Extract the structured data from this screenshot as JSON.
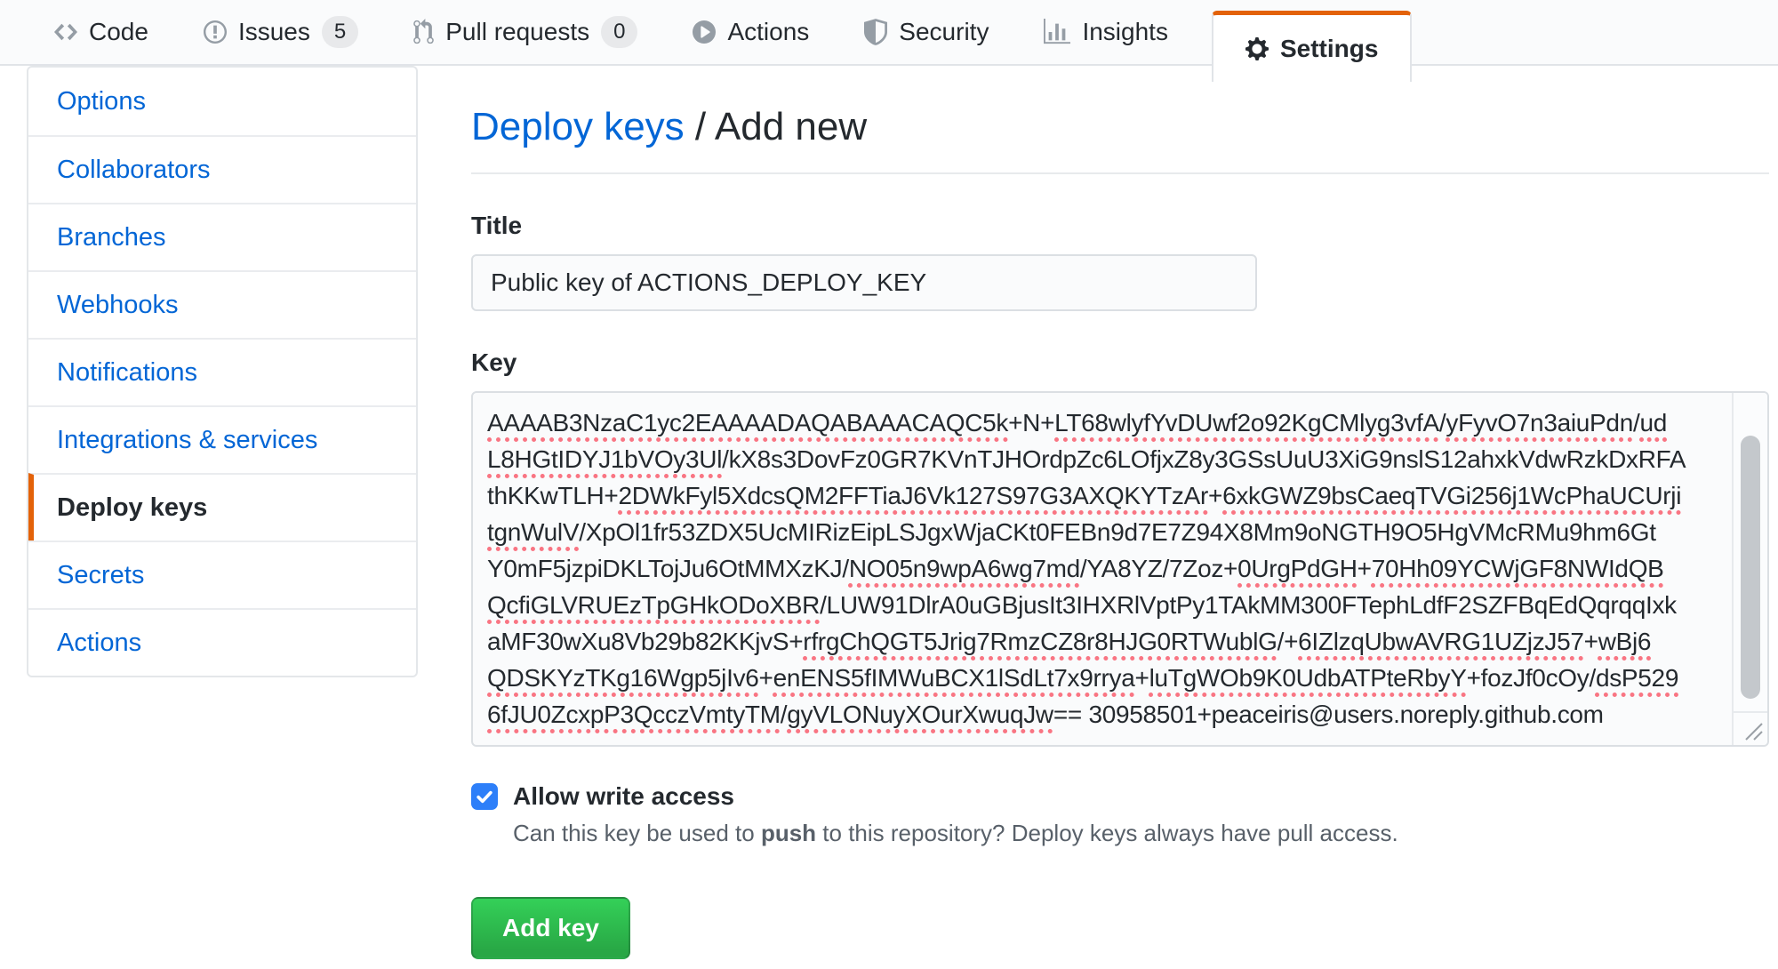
{
  "nav": {
    "items": [
      {
        "label": "Code",
        "icon": "code-icon"
      },
      {
        "label": "Issues",
        "icon": "issue-opened-icon",
        "count": "5"
      },
      {
        "label": "Pull requests",
        "icon": "git-pull-request-icon",
        "count": "0"
      },
      {
        "label": "Actions",
        "icon": "play-icon"
      },
      {
        "label": "Security",
        "icon": "shield-icon"
      },
      {
        "label": "Insights",
        "icon": "graph-icon"
      }
    ],
    "active_tab": {
      "label": "Settings",
      "icon": "gear-icon"
    }
  },
  "sidebar": {
    "items": [
      {
        "label": "Options"
      },
      {
        "label": "Collaborators"
      },
      {
        "label": "Branches"
      },
      {
        "label": "Webhooks"
      },
      {
        "label": "Notifications"
      },
      {
        "label": "Integrations & services"
      },
      {
        "label": "Deploy keys",
        "active": true
      },
      {
        "label": "Secrets"
      },
      {
        "label": "Actions"
      }
    ]
  },
  "main": {
    "breadcrumb": {
      "link": "Deploy keys",
      "separator": " / ",
      "current": "Add new"
    },
    "title_field": {
      "label": "Title",
      "value": "Public key of ACTIONS_DEPLOY_KEY"
    },
    "key_field": {
      "label": "Key",
      "lines": [
        [
          {
            "text": "AAAAB3NzaC1yc2EAAAADAQABAAACAQC5k",
            "underline": true
          },
          {
            "text": "+N+",
            "underline": false
          },
          {
            "text": "LT68wlyfYvDUwf2o92KgCMlyg3vfA",
            "underline": true
          },
          {
            "text": "/",
            "underline": false
          },
          {
            "text": "yFyvO7n3aiuPdn",
            "underline": true
          },
          {
            "text": "/",
            "underline": false
          },
          {
            "text": "ud",
            "underline": true
          }
        ],
        [
          {
            "text": "L8HGtIDYJ1bVOy3Ul",
            "underline": true
          },
          {
            "text": "/kX8s3DovFz0GR7KVnTJHOrdpZc6LOfjxZ8y3GSsUuU3XiG9nslS12ahxkVdwRzkDxRFA",
            "underline": false
          }
        ],
        [
          {
            "text": "thKKwTLH+",
            "underline": false
          },
          {
            "text": "2DWkFyl5XdcsQM2FFTiaJ6Vk127S97G3AXQKYTzAr",
            "underline": true
          },
          {
            "text": "+",
            "underline": false
          },
          {
            "text": "6xkGWZ9bsCaeqTVGi256j1WcPhaUCUrji",
            "underline": true
          }
        ],
        [
          {
            "text": "tgnWulV",
            "underline": true
          },
          {
            "text": "/XpOl1fr53ZDX5UcMIRizEipLSJgxWjaCKt0FEBn9d7E7Z94X8Mm9oNGTH9O5HgVMcRMu9hm6Gt",
            "underline": false
          }
        ],
        [
          {
            "text": "Y0mF5jzpiDKLTojJu6OtMMXzKJ/",
            "underline": false
          },
          {
            "text": "NO05n9wpA6wg7md",
            "underline": true
          },
          {
            "text": "/YA8YZ/7Zoz+",
            "underline": false
          },
          {
            "text": "0UrgPdGH",
            "underline": true
          },
          {
            "text": "+",
            "underline": false
          },
          {
            "text": "70Hh09YCWjGF8NWIdQB",
            "underline": true
          }
        ],
        [
          {
            "text": "QcfiGLVRUEzTpGHkODoXBR",
            "underline": true
          },
          {
            "text": "/LUW91DlrA0uGBjusIt3IHXRlVptPy1TAkMM300FTephLdfF2SZFBqEdQqrqqIxk",
            "underline": false
          }
        ],
        [
          {
            "text": "aMF30wXu8Vb29b82KKjvS+",
            "underline": false
          },
          {
            "text": "rfrgChQGT5Jrig7RmzCZ8r8HJG0RTWublG",
            "underline": true
          },
          {
            "text": "/+",
            "underline": false
          },
          {
            "text": "6IZlzqUbwAVRG1UZjzJ57",
            "underline": true
          },
          {
            "text": "+",
            "underline": false
          },
          {
            "text": "wBj6",
            "underline": true
          }
        ],
        [
          {
            "text": "QDSKYzTKg16Wgp5jIv6",
            "underline": true
          },
          {
            "text": "+",
            "underline": false
          },
          {
            "text": "enENS5fIMWuBCX1lSdLt7x9rrya",
            "underline": true
          },
          {
            "text": "+",
            "underline": false
          },
          {
            "text": "luTgWOb9K0UdbATPteRbyY",
            "underline": true
          },
          {
            "text": "+fozJf0cOy/",
            "underline": false
          },
          {
            "text": "dsP529",
            "underline": true
          }
        ],
        [
          {
            "text": "6fJU0ZcxpP3QcczVmtyTM",
            "underline": true
          },
          {
            "text": "/",
            "underline": false
          },
          {
            "text": "gyVLONuyXOurXwuqJw",
            "underline": true
          },
          {
            "text": "== 30958501+peaceiris@users.noreply.github.com",
            "underline": false
          }
        ]
      ]
    },
    "write_access": {
      "checked": true,
      "label": "Allow write access",
      "note_prefix": "Can this key be used to ",
      "note_bold": "push",
      "note_suffix": " to this repository? Deploy keys always have pull access."
    },
    "submit_label": "Add key"
  },
  "colors": {
    "accent_orange": "#e36209",
    "link_blue": "#0366d6",
    "checkbox_blue": "#2d7ff9",
    "button_green_top": "#34d058",
    "button_green_bottom": "#28a745",
    "spellcheck_red": "#f97583",
    "nav_background": "#fafbfc",
    "input_background": "#fafbfc",
    "border_gray": "#e1e4e8"
  }
}
